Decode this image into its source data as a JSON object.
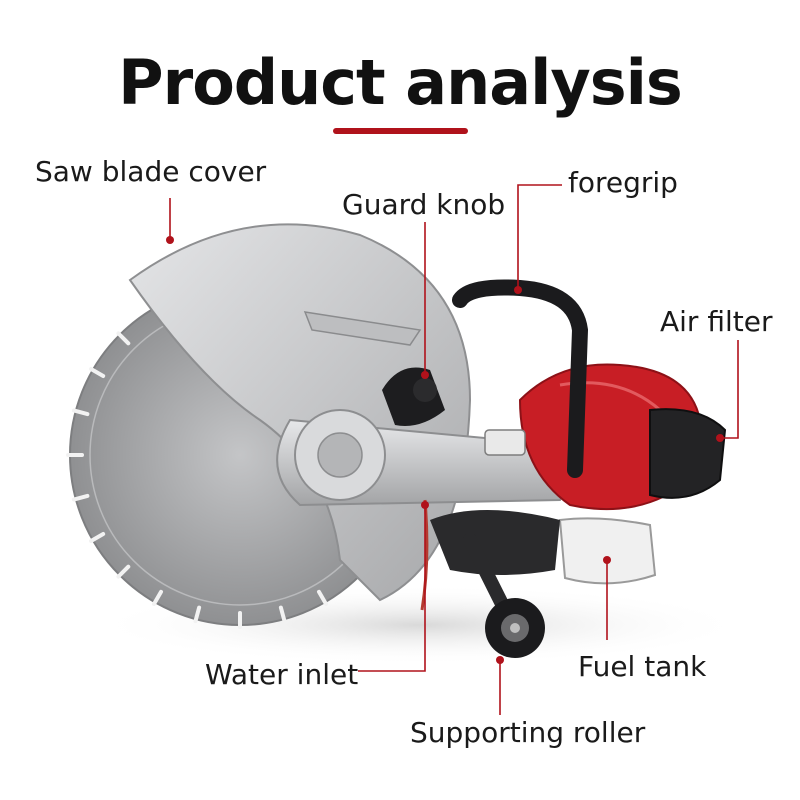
{
  "title": "Product analysis",
  "labels": {
    "saw_blade_cover": "Saw blade cover",
    "guard_knob": "Guard knob",
    "foregrip": "foregrip",
    "air_filter": "Air filter",
    "water_inlet": "Water inlet",
    "fuel_tank": "Fuel tank",
    "supporting_roller": "Supporting roller"
  },
  "colors": {
    "accent": "#b0121b",
    "engine_red": "#c81e25",
    "blade_grey": "#a9aaac",
    "cover_grey": "#cfd0d2"
  }
}
